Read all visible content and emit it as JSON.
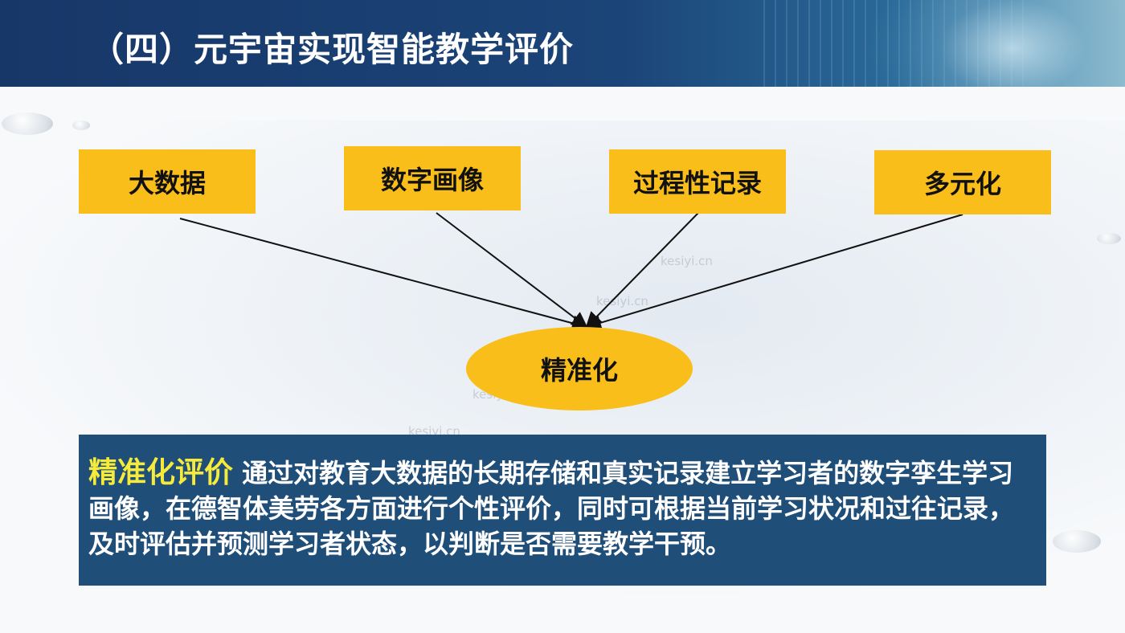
{
  "header": {
    "title": "（四）元宇宙实现智能教学评价"
  },
  "boxes": [
    "大数据",
    "数字画像",
    "过程性记录",
    "多元化"
  ],
  "center": "精准化",
  "description": {
    "highlight": "精准化评价",
    "text": " 通过对教育大数据的长期存储和真实记录建立学习者的数字孪生学习画像，在德智体美劳各方面进行个性评价，同时可根据当前学习状况和过往记录，及时评估并预测学习者状态，以判断是否需要教学干预。"
  },
  "watermark": "kesiyi.cn",
  "colors": {
    "header": "#1b4478",
    "accent": "#f9be1a",
    "panel": "#1f4e79",
    "highlight": "#f6ea3a"
  }
}
